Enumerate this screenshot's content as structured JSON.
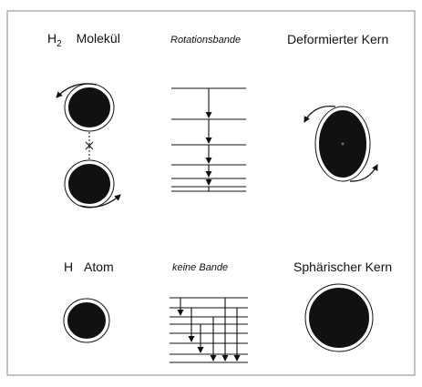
{
  "panels": {
    "h2": {
      "symbol": "H",
      "subscript": "2",
      "label": "Molekül"
    },
    "rot_band": {
      "label": "Rotationsbande"
    },
    "deformed": {
      "label": "Deformierter Kern"
    },
    "h_atom": {
      "symbol": "H",
      "label": "Atom"
    },
    "no_band": {
      "label": "keine Bande"
    },
    "spherical": {
      "label": "Sphärischer Kern"
    }
  },
  "colors": {
    "ink": "#111111",
    "frame": "#999999"
  }
}
